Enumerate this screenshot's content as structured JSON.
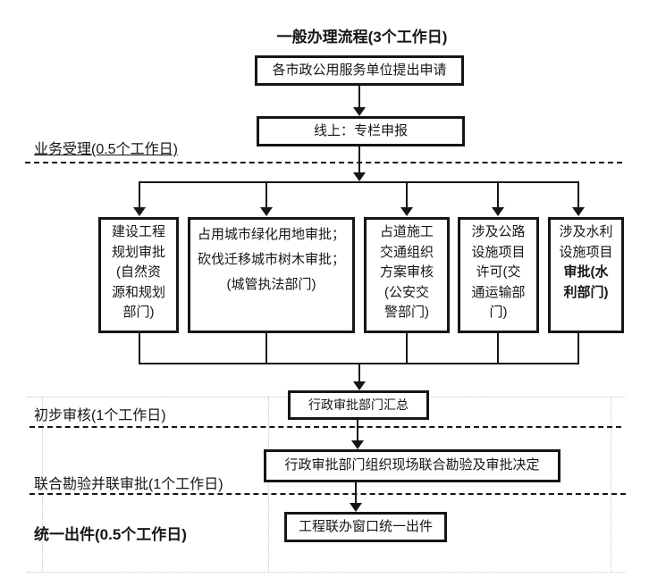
{
  "title": "一般办理流程(3个工作日)",
  "phase_labels": {
    "accept": "业务受理(0.5个工作日)",
    "review": "初步审核(1个工作日)",
    "joint": "联合勘验并联审批(1个工作日)",
    "issue": "统一出件(0.5个工作日)"
  },
  "nodes": {
    "apply": "各市政公用服务单位提出申请",
    "online": "线上：专栏申报",
    "dept1": "建设工程\n规划审批\n(自然资\n源和规划\n部门)",
    "dept2": "占用城市绿化用地审批；\n砍伐迁移城市树木审批；\n(城管执法部门)",
    "dept3": "占道施工\n交通组织\n方案审核\n(公安交\n警部门)",
    "dept4": "涉及公路\n设施项目\n许可(交\n通运输部\n门)",
    "dept5_normal": "涉及水利\n设施项目",
    "dept5_bold": "审批(水\n利部门)",
    "summary": "行政审批部门汇总",
    "joint_inspection": "行政审批部门组织现场联合勘验及审批决定",
    "issue_window": "工程联办窗口统一出件"
  },
  "colors": {
    "line": "#161616",
    "grid": "#c6c6c6",
    "background": "#ffffff"
  }
}
